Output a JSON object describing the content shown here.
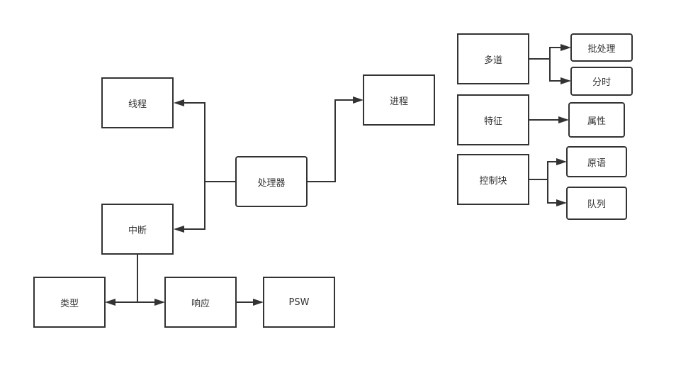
{
  "nodes": {
    "thread": "线程",
    "interrupt": "中断",
    "processor": "处理器",
    "process": "进程",
    "type": "类型",
    "response": "响应",
    "psw": "PSW",
    "multiprogramming": "多道",
    "batch": "批处理",
    "timesharing": "分时",
    "features": "特征",
    "attributes": "属性",
    "control_block": "控制块",
    "primitive": "原语",
    "queue": "队列"
  },
  "colors": {
    "stroke": "#333333",
    "background": "#ffffff",
    "text": "#333333"
  }
}
